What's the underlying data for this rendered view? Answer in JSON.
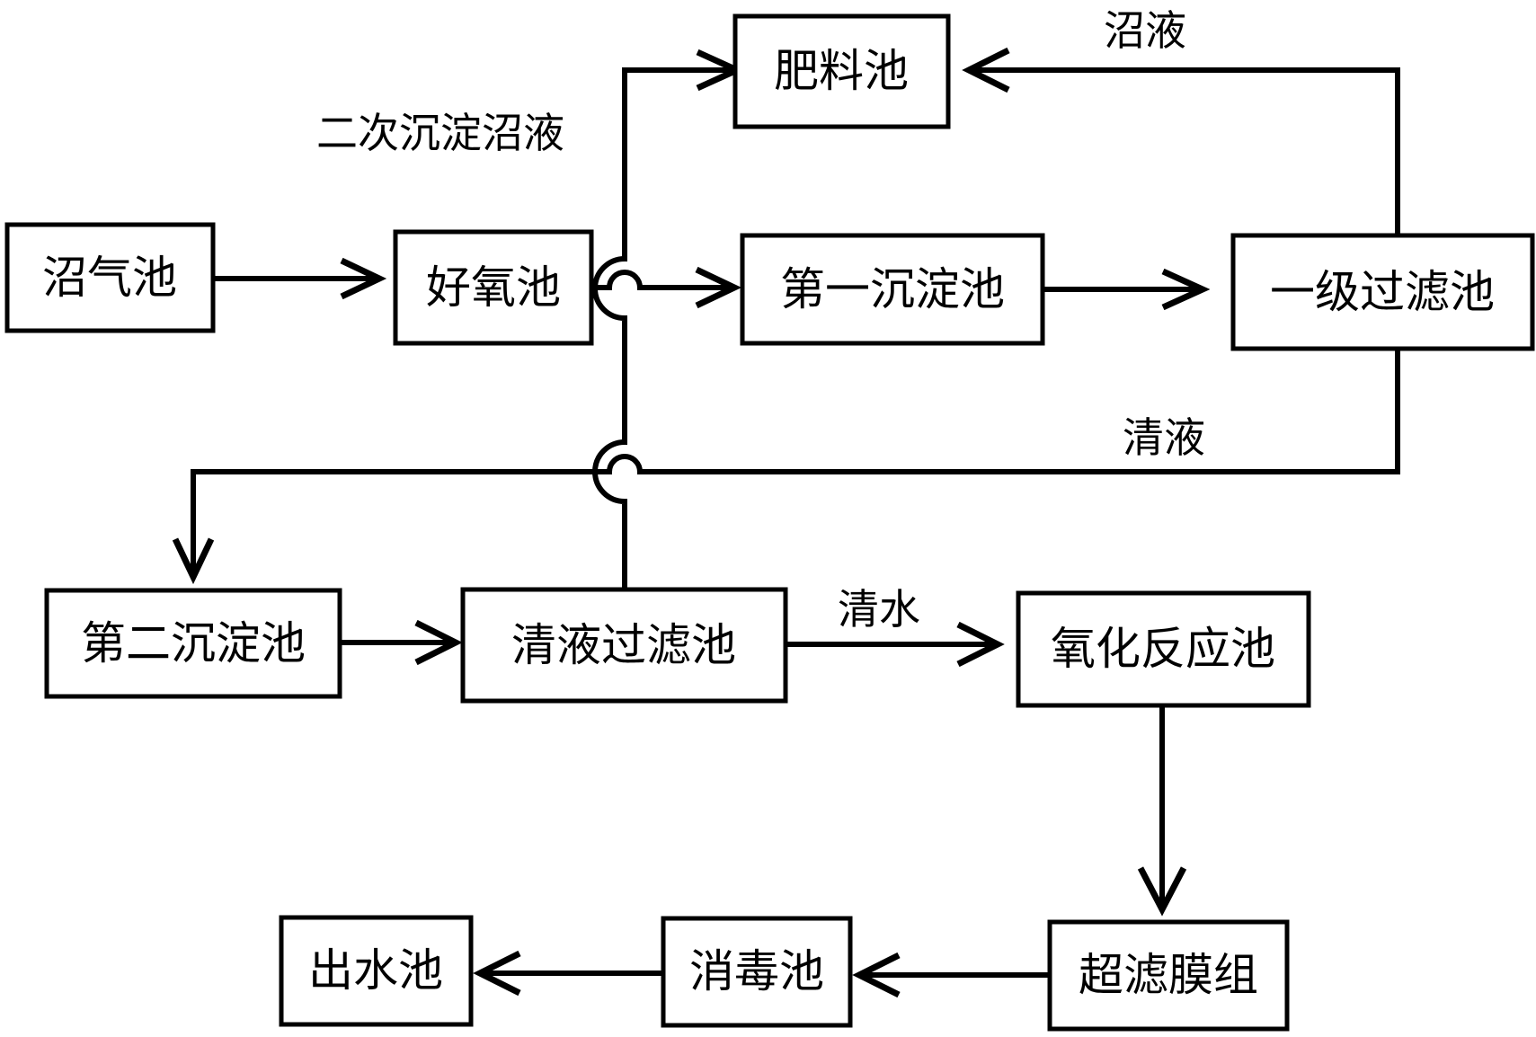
{
  "nodes": {
    "biogas_tank": "沼气池",
    "aerobic_tank": "好氧池",
    "fertilizer_tank": "肥料池",
    "first_sedimentation_tank": "第一沉淀池",
    "primary_filter_tank": "一级过滤池",
    "second_sedimentation_tank": "第二沉淀池",
    "clear_liquid_filter_tank": "清液过滤池",
    "oxidation_reaction_tank": "氧化反应池",
    "ultrafiltration_membrane_group": "超滤膜组",
    "disinfection_tank": "消毒池",
    "outlet_water_tank": "出水池"
  },
  "edge_labels": {
    "biogas_slurry": "沼液",
    "secondary_sediment_slurry": "二次沉淀沼液",
    "clear_liquid": "清液",
    "clear_water": "清水"
  }
}
